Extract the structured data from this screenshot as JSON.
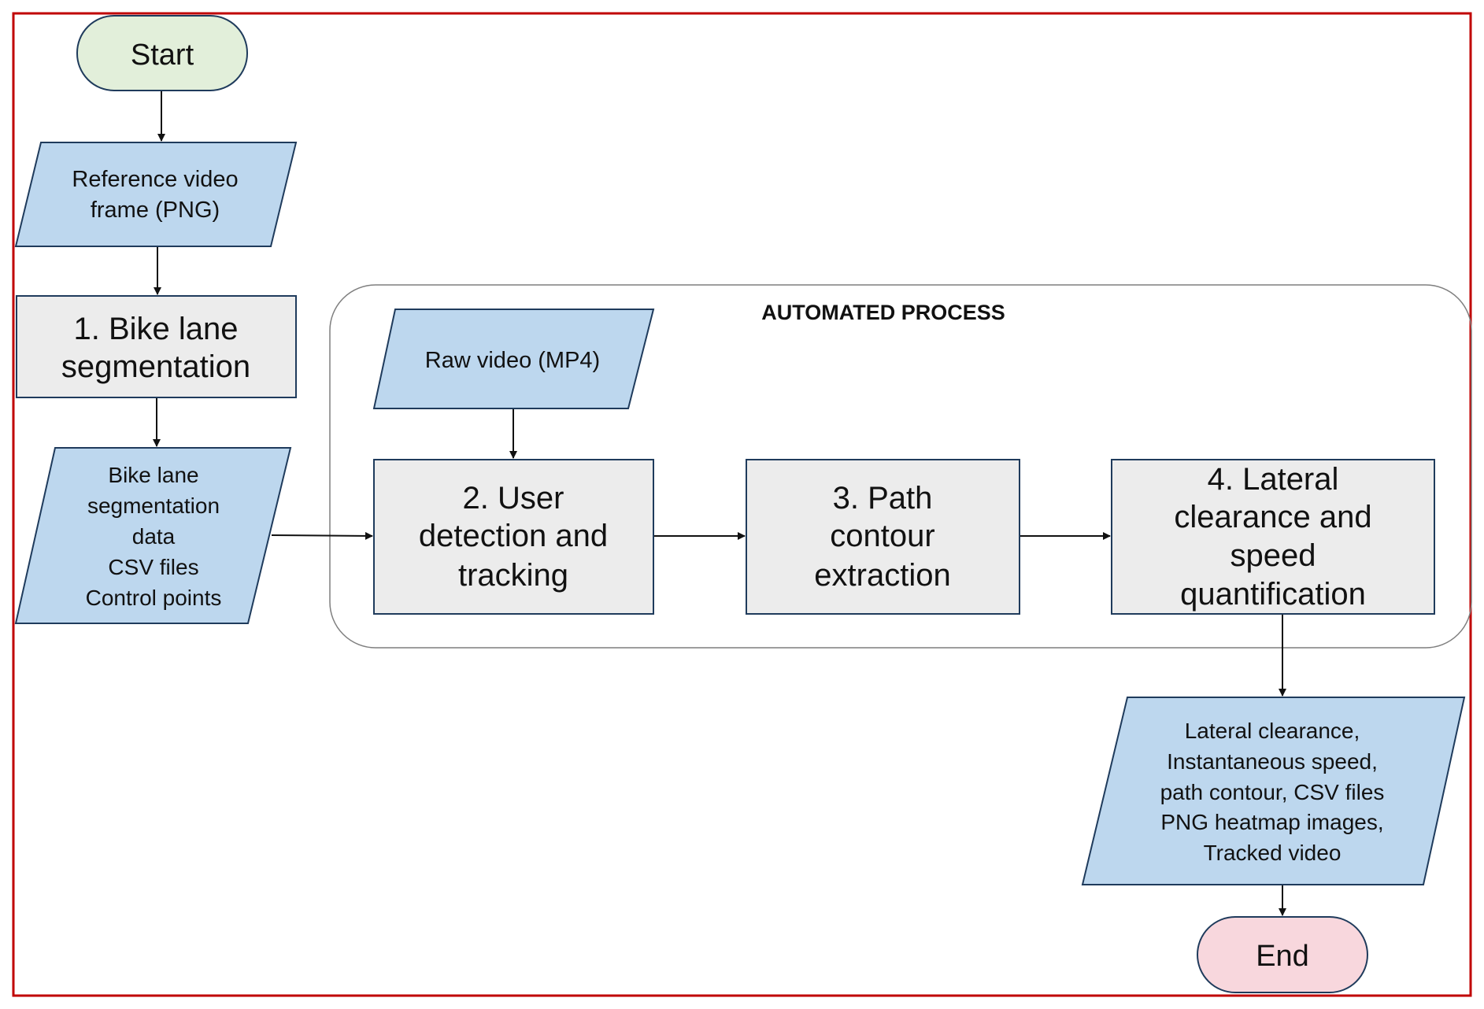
{
  "colors": {
    "frame": "#c00000",
    "io_fill": "#bdd7ee",
    "process_fill": "#ececec",
    "start_fill": "#e2efda",
    "end_fill": "#f8d7dd",
    "stroke": "#1f3b5c",
    "group_stroke": "#7f7f7f"
  },
  "nodes": {
    "start": {
      "lines": [
        "Start"
      ],
      "shape": "terminator"
    },
    "ref_frame": {
      "lines": [
        "Reference video",
        "frame (PNG)"
      ],
      "shape": "parallelogram"
    },
    "step1": {
      "lines": [
        "1. Bike lane",
        "segmentation"
      ],
      "shape": "rectangle"
    },
    "seg_data": {
      "lines": [
        "Bike lane",
        "segmentation",
        "data",
        "CSV files",
        "Control points"
      ],
      "shape": "parallelogram"
    },
    "raw_video": {
      "lines": [
        "Raw video (MP4)"
      ],
      "shape": "parallelogram"
    },
    "step2": {
      "lines": [
        "2. User",
        "detection and",
        "tracking"
      ],
      "shape": "rectangle"
    },
    "step3": {
      "lines": [
        "3. Path",
        "contour",
        "extraction"
      ],
      "shape": "rectangle"
    },
    "step4": {
      "lines": [
        "4. Lateral",
        "clearance and",
        "speed",
        "quantification"
      ],
      "shape": "rectangle"
    },
    "outputs": {
      "lines": [
        "Lateral clearance,",
        "Instantaneous speed,",
        "path contour, CSV files",
        "PNG heatmap images,",
        "Tracked video"
      ],
      "shape": "parallelogram"
    },
    "end": {
      "lines": [
        "End"
      ],
      "shape": "terminator"
    }
  },
  "group": {
    "label": "AUTOMATED PROCESS"
  },
  "edges": [
    {
      "from": "start",
      "to": "ref_frame"
    },
    {
      "from": "ref_frame",
      "to": "step1"
    },
    {
      "from": "step1",
      "to": "seg_data"
    },
    {
      "from": "seg_data",
      "to": "step2"
    },
    {
      "from": "raw_video",
      "to": "step2"
    },
    {
      "from": "step2",
      "to": "step3"
    },
    {
      "from": "step3",
      "to": "step4"
    },
    {
      "from": "step4",
      "to": "outputs"
    },
    {
      "from": "outputs",
      "to": "end"
    }
  ]
}
